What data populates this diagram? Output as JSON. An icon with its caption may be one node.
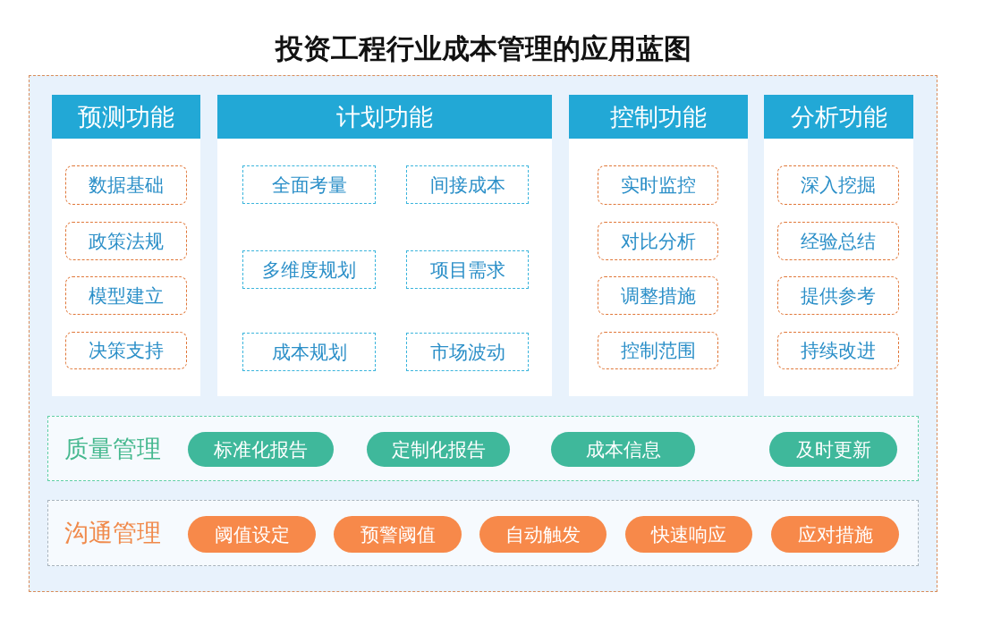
{
  "diagram": {
    "title": "投资工程行业成本管理的应用蓝图",
    "nodes": [
      {
        "text": [
          "预测功能"
        ]
      },
      {
        "text": [
          "数据基础"
        ],
        "in": 0
      },
      {
        "text": [
          "政策法规"
        ],
        "in": 0
      },
      {
        "text": [
          "模型建立"
        ],
        "in": 0
      },
      {
        "text": [
          "决策支持"
        ],
        "in": 0
      },
      {
        "text": [
          "计划功能"
        ]
      },
      {
        "text": [
          "全面考量"
        ],
        "in": 5
      },
      {
        "text": [
          "间接成本"
        ],
        "in": 5
      },
      {
        "text": [
          "多维度规划"
        ],
        "in": 5
      },
      {
        "text": [
          "项目需求"
        ],
        "in": 5
      },
      {
        "text": [
          "成本规划"
        ],
        "in": 5
      },
      {
        "text": [
          "市场波动"
        ],
        "in": 5
      },
      {
        "text": [
          "控制功能"
        ]
      },
      {
        "text": [
          "实时监控"
        ],
        "in": 12
      },
      {
        "text": [
          "对比分析"
        ],
        "in": 12
      },
      {
        "text": [
          "调整措施"
        ],
        "in": 12
      },
      {
        "text": [
          "控制范围"
        ],
        "in": 12
      },
      {
        "text": [
          "分析功能"
        ]
      },
      {
        "text": [
          "深入挖掘"
        ],
        "in": 17
      },
      {
        "text": [
          "经验总结"
        ],
        "in": 17
      },
      {
        "text": [
          "提供参考"
        ],
        "in": 17
      },
      {
        "text": [
          "持续改进"
        ],
        "in": 17
      },
      {
        "text": [
          "质量管理"
        ]
      },
      {
        "text": [
          "标准化报告"
        ],
        "in": 22
      },
      {
        "text": [
          "定制化报告"
        ],
        "in": 22
      },
      {
        "text": [
          "成本信息"
        ],
        "in": 22
      },
      {
        "text": [
          "及时更新"
        ],
        "in": 22
      },
      {
        "text": [
          "沟通管理"
        ]
      },
      {
        "text": [
          "阈值设定"
        ],
        "in": 27
      },
      {
        "text": [
          "预警阈值"
        ],
        "in": 27
      },
      {
        "text": [
          "自动触发"
        ],
        "in": 27
      },
      {
        "text": [
          "快速响应"
        ],
        "in": 27
      },
      {
        "text": [
          "应对措施"
        ],
        "in": 27
      }
    ],
    "edges": []
  }
}
